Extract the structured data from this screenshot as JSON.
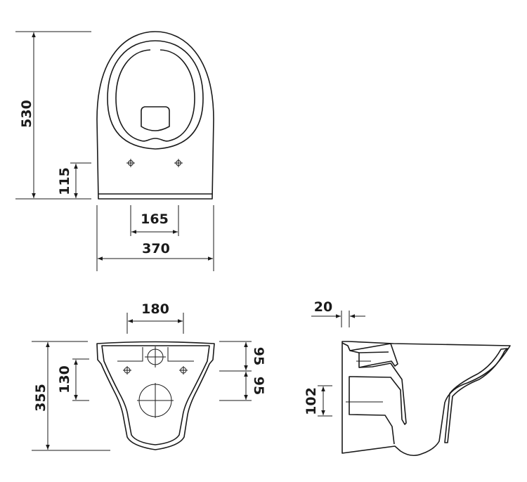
{
  "top_view": {
    "height_total": "530",
    "hole_height": "115",
    "hole_spacing": "165",
    "width": "370"
  },
  "back_view": {
    "fixing_spacing": "180",
    "height": "355",
    "outlet_height": "130",
    "upper_offset": "95",
    "lower_offset": "95"
  },
  "side_view": {
    "wall_gap": "20",
    "outlet_diameter_height": "102"
  },
  "colors": {
    "line": "#1a1a1a",
    "background": "#ffffff"
  }
}
